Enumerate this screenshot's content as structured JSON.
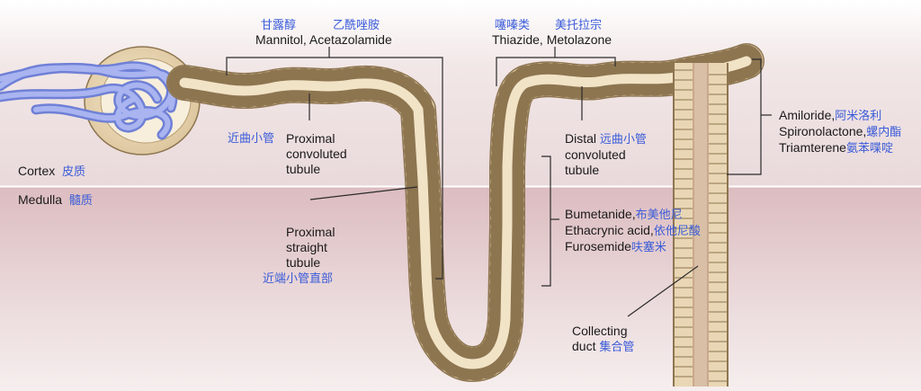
{
  "regions": {
    "cortex": {
      "en": "Cortex",
      "cn": "皮质"
    },
    "medulla": {
      "en": "Medulla",
      "cn": "髓质"
    }
  },
  "top_labels": {
    "mannitol_cn_1": "甘露醇",
    "mannitol_cn_2": "乙酰唑胺",
    "mannitol_en": "Mannitol, Acetazolamide",
    "thiazide_cn_1": "噻嗪类",
    "thiazide_cn_2": "美托拉宗",
    "thiazide_en": "Thiazide, Metolazone"
  },
  "segments": {
    "pct": {
      "cn": "近曲小管",
      "line1": "Proximal",
      "line2": "convoluted",
      "line3": "tubule"
    },
    "pst": {
      "line1": "Proximal",
      "line2": "straight",
      "line3": "tubule",
      "cn": "近端小管直部"
    },
    "dct": {
      "line1": "Distal",
      "cn": "远曲小管",
      "line2": "convoluted",
      "line3": "tubule"
    },
    "cd": {
      "line1": "Collecting",
      "line2": "duct",
      "cn": "集合管"
    }
  },
  "loop_drugs": [
    {
      "en": "Bumetanide,",
      "cn": "布美他尼"
    },
    {
      "en": "Ethacrynic acid,",
      "cn": "依他尼酸"
    },
    {
      "en": "Furosemide",
      "cn": "呋塞米"
    }
  ],
  "k_sparing_drugs": [
    {
      "en": "Amiloride,",
      "cn": "阿米洛利"
    },
    {
      "en": "Spironolactone,",
      "cn": "螺内酯"
    },
    {
      "en": "Triamterene",
      "cn": "氨苯喋啶"
    }
  ],
  "colors": {
    "cortex_bg": "#f0e6e6",
    "medulla_bg": "#e6cdd0",
    "tubule_wall": "#e9d6b4",
    "tubule_cell_line": "#8d7550",
    "glomerulus": "#8f9ee8"
  }
}
